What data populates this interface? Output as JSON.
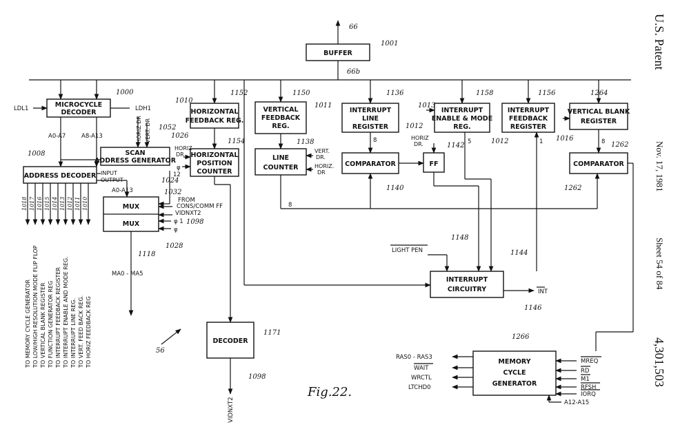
{
  "header": {
    "patent": "U.S. Patent",
    "date": "Nov. 17, 1981",
    "sheet": "Sheet 54 of 84",
    "number": "4,301,503"
  },
  "figure": {
    "label": "Fig.22."
  },
  "blocks": {
    "buffer": "BUFFER",
    "microcycle_1": "MICROCYCLE",
    "microcycle_2": "DECODER",
    "scan_1": "SCAN",
    "scan_2": "ADDRESS GENERATOR",
    "address_decoder": "ADDRESS DECODER",
    "mux_top": "MUX",
    "mux_bottom": "MUX",
    "hfb_1": "HORIZONTAL",
    "hfb_2": "FEEDBACK REG.",
    "hpc_1": "HORIZONTAL",
    "hpc_2": "POSITION",
    "hpc_3": "COUNTER",
    "vfb_1": "VERTICAL",
    "vfb_2": "FEEDBACK",
    "vfb_3": "REG.",
    "lc_1": "LINE",
    "lc_2": "COUNTER",
    "ilr_1": "INTERRUPT",
    "ilr_2": "LINE",
    "ilr_3": "REGISTER",
    "comparator_a": "COMPARATOR",
    "ff": "FF",
    "iem_1": "INTERRUPT",
    "iem_2": "ENABLE & MODE",
    "iem_3": "REG.",
    "ifb_1": "INTERRUPT",
    "ifb_2": "FEEDBACK",
    "ifb_3": "REGISTER",
    "vb_1": "VERTICAL BLANK",
    "vb_2": "REGISTER",
    "comparator_b": "COMPARATOR",
    "ic_1": "INTERRUPT",
    "ic_2": "CIRCUITRY",
    "decoder": "DECODER",
    "mcg_1": "MEMORY",
    "mcg_2": "CYCLE",
    "mcg_3": "GENERATOR"
  },
  "refs": {
    "r66": "66",
    "r66b": "66b",
    "r1001": "1001",
    "r1000": "1000",
    "r1008": "1008",
    "r1052": "1052",
    "r1026": "1026",
    "r1024": "1024",
    "r1032": "1032",
    "r1098a": "1098",
    "r1028": "1028",
    "r1118": "1118",
    "r1010": "1010",
    "r1152": "1152",
    "r1154": "1154",
    "r1150": "1150",
    "r1011": "1011",
    "r1138": "1138",
    "r1136": "1136",
    "r1013": "1013",
    "r1012a": "1012",
    "r1142": "1142",
    "r1140": "1140",
    "r1158": "1158",
    "r1012b": "1012",
    "r1156": "1156",
    "r1264": "1264",
    "r1016": "1016",
    "r1262a": "1262",
    "r1262b": "1262",
    "r1148": "1148",
    "r1144": "1144",
    "r1146": "1146",
    "r1171": "1171",
    "r1098b": "1098",
    "r1266": "1266",
    "r56": "56"
  },
  "signals": {
    "ldl1": "LDL1",
    "ldh1": "LDH1",
    "a0a7": "A0-A7",
    "a8a13": "A8-A13",
    "horiz_dr": "HORIZ DR",
    "vert_dr": "VERT. DR",
    "input": "INPUT",
    "output": "OUTPUT",
    "a0a13": "A0-A13",
    "twelve": "12",
    "from1": "FROM",
    "from2": "CONS/COMM FF",
    "vidnxt2_a": "VIDNXT2",
    "phi1": "φ 1",
    "phi": "φ",
    "ma": "MA0 - MA5",
    "horiz_dr2": "HORIZ",
    "horiz_dr2b": "DR",
    "vert_dr2": "VERT.",
    "vert_dr2b": "DR.",
    "horiz_dr3": "HORIZ.",
    "horiz_dr3b": "DR",
    "eight_a": "8",
    "horiz_ff": "HORIZ",
    "horiz_ffb": "DR.",
    "five": "5",
    "one": "1",
    "eight_b": "8",
    "eight_c": "8",
    "light_pen": "LIGHT PEN",
    "int": "INT",
    "vidnxt2_b": "VIDNXT2",
    "ras": "RAS0 - RAS3",
    "wait": "WAIT",
    "wrctl": "WRCTL",
    "ltchd0": "LTCHD0",
    "mreq": "MREQ",
    "rd": "RD",
    "m1": "M1",
    "rfsh": "RFSH",
    "iorq": "IORQ",
    "a12a15": "A12-A15"
  },
  "outputs": [
    {
      "ref": "1018",
      "text": "TO MEMORY CYCLE GENERATOR"
    },
    {
      "ref": "1017",
      "text": "TO LOW/HIGH RESOLUTION MODE FLIP FLOP"
    },
    {
      "ref": "1016",
      "text": "TO VERTICAL BLANK REGISTER"
    },
    {
      "ref": "1015",
      "text": "TO FUNCTION GENERATOR REG"
    },
    {
      "ref": "1014",
      "text": "TO INTERRUPT FEEDBACK REGISTER"
    },
    {
      "ref": "1013",
      "text": "TO INTERRUPT ENABLE AND MODE REG."
    },
    {
      "ref": "1012",
      "text": "TO INTERRUPT LINE REG."
    },
    {
      "ref": "1011",
      "text": "TO VERT. FEED BACK REG."
    },
    {
      "ref": "1010",
      "text": "TO HORIZ FEEDBACK REG"
    }
  ]
}
